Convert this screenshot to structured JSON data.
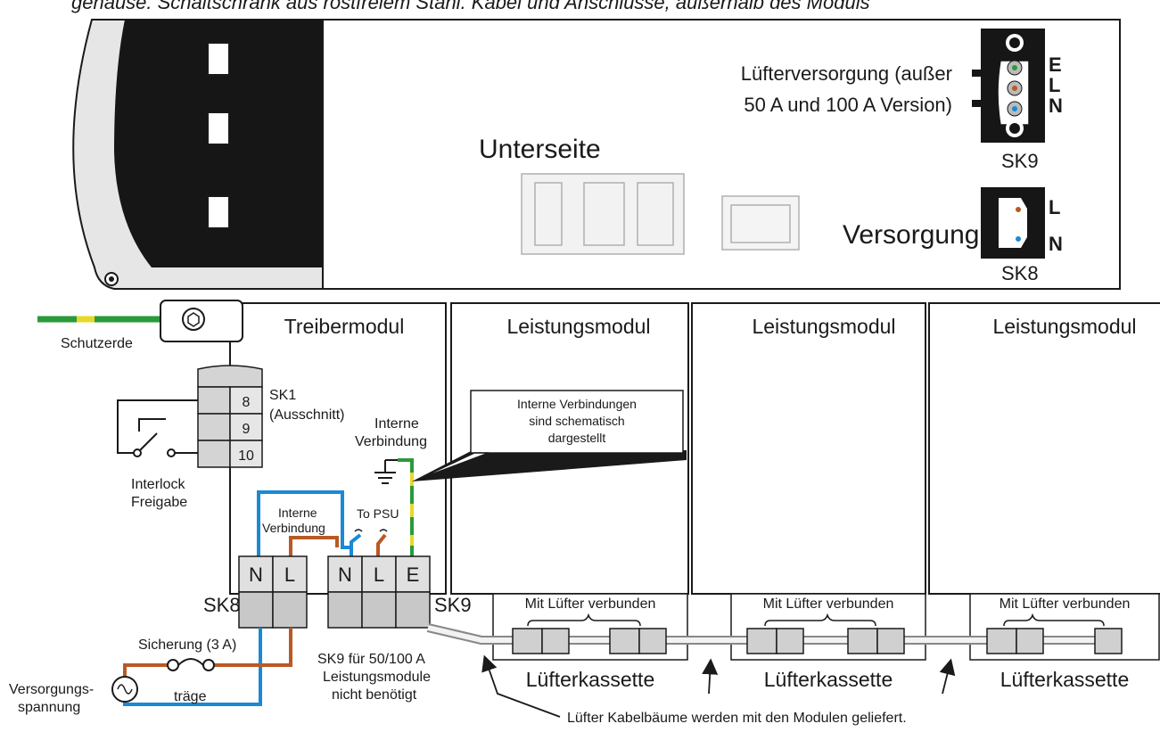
{
  "top_caption": "gehäuse. Schaltschrank aus rostfreiem Stahl. Kabel und Anschlüsse, außerhalb des Moduls",
  "unterseite": "Unterseite",
  "fan_supply": {
    "line1": "Lüfterversorgung (außer",
    "line2": "50 A und 100 A Version)"
  },
  "sk9_pins": [
    "E",
    "L",
    "N"
  ],
  "sk9_top": "SK9",
  "versorgung": "Versorgung",
  "sk8_pins": [
    "L",
    "N"
  ],
  "sk8_top": "SK8",
  "schutzerde": "Schutzerde",
  "modules": [
    "Treibermodul",
    "Leistungsmodul",
    "Leistungsmodul",
    "Leistungsmodul"
  ],
  "sk1": {
    "title": "SK1",
    "sub": "(Ausschnitt)",
    "pins": [
      "8",
      "9",
      "10"
    ]
  },
  "interlock": {
    "line1": "Interlock",
    "line2": "Freigabe"
  },
  "internal_conn_right": {
    "line1": "Interne",
    "line2": "Verbindung"
  },
  "internal_conn_left": {
    "line1": "Interne",
    "line2": "Verbindung"
  },
  "to_psu": "To PSU",
  "callout": {
    "line1": "Interne Verbindungen",
    "line2": "sind schematisch",
    "line3": "dargestellt"
  },
  "term_left": [
    "N",
    "L"
  ],
  "term_right": [
    "N",
    "L",
    "E"
  ],
  "sk8_label": "SK8",
  "sk9_label": "SK9",
  "fuse": "Sicherung (3 A)",
  "fuse_type": "träge",
  "supply_voltage": {
    "line1": "Versorgungs-",
    "line2": "spannung"
  },
  "sk9_note": {
    "line1": "SK9 für 50/100 A",
    "line2": "Leistungsmodule",
    "line3": "nicht benötigt"
  },
  "fan_connected": "Mit Lüfter verbunden",
  "fan_cassette": "Lüfterkassette",
  "harness_note": "Lüfter Kabelbäume werden mit den Modulen geliefert.",
  "colors": {
    "blue": "#1a8ad4",
    "brown": "#b85a24",
    "green": "#2a9a3a",
    "yellow": "#e8d82a",
    "dark": "#1a1a1a",
    "light_gray": "#cccccc"
  }
}
